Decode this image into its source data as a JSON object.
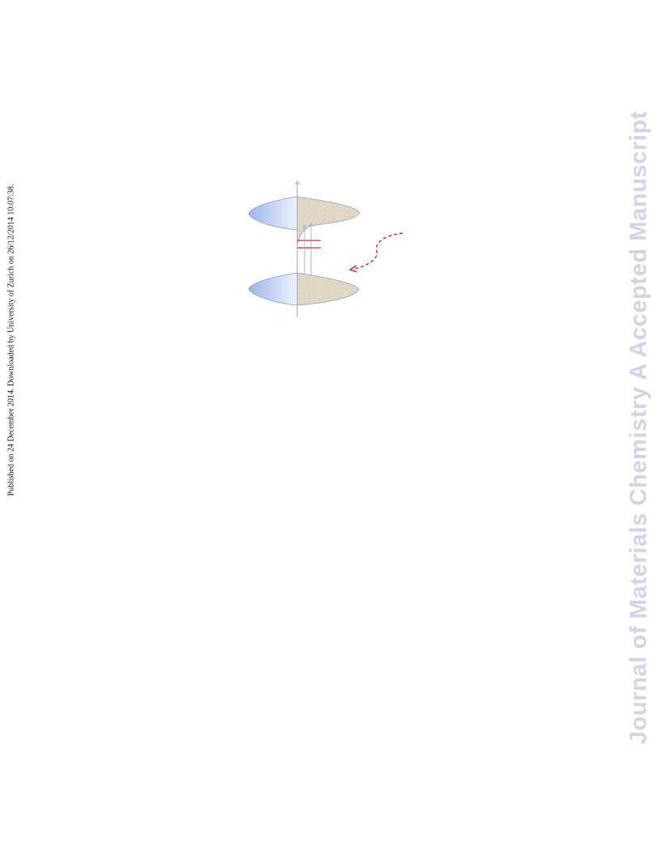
{
  "page": {
    "side_note": "Published on 24 December 2014. Downloaded by University of Zurich on 26/12/2014 10:07:38.",
    "watermark": "Journal of Materials Chemistry A Accepted Manuscript"
  },
  "colors": {
    "watermark": "#d3d3e8",
    "band_blue_light": "#eef3ff",
    "band_blue_dark": "#9db7e8",
    "band_sand": "#e3d9c7",
    "band_outline": "#8799c8",
    "axis": "#8ea2cc",
    "level_line": "#d2283a",
    "dashed_arrow": "#e0202a",
    "transition_arrow": "#93a6cf"
  },
  "figure": {
    "icons": [
      "upward-axis-arrow",
      "dashed-curved-arrow"
    ]
  }
}
